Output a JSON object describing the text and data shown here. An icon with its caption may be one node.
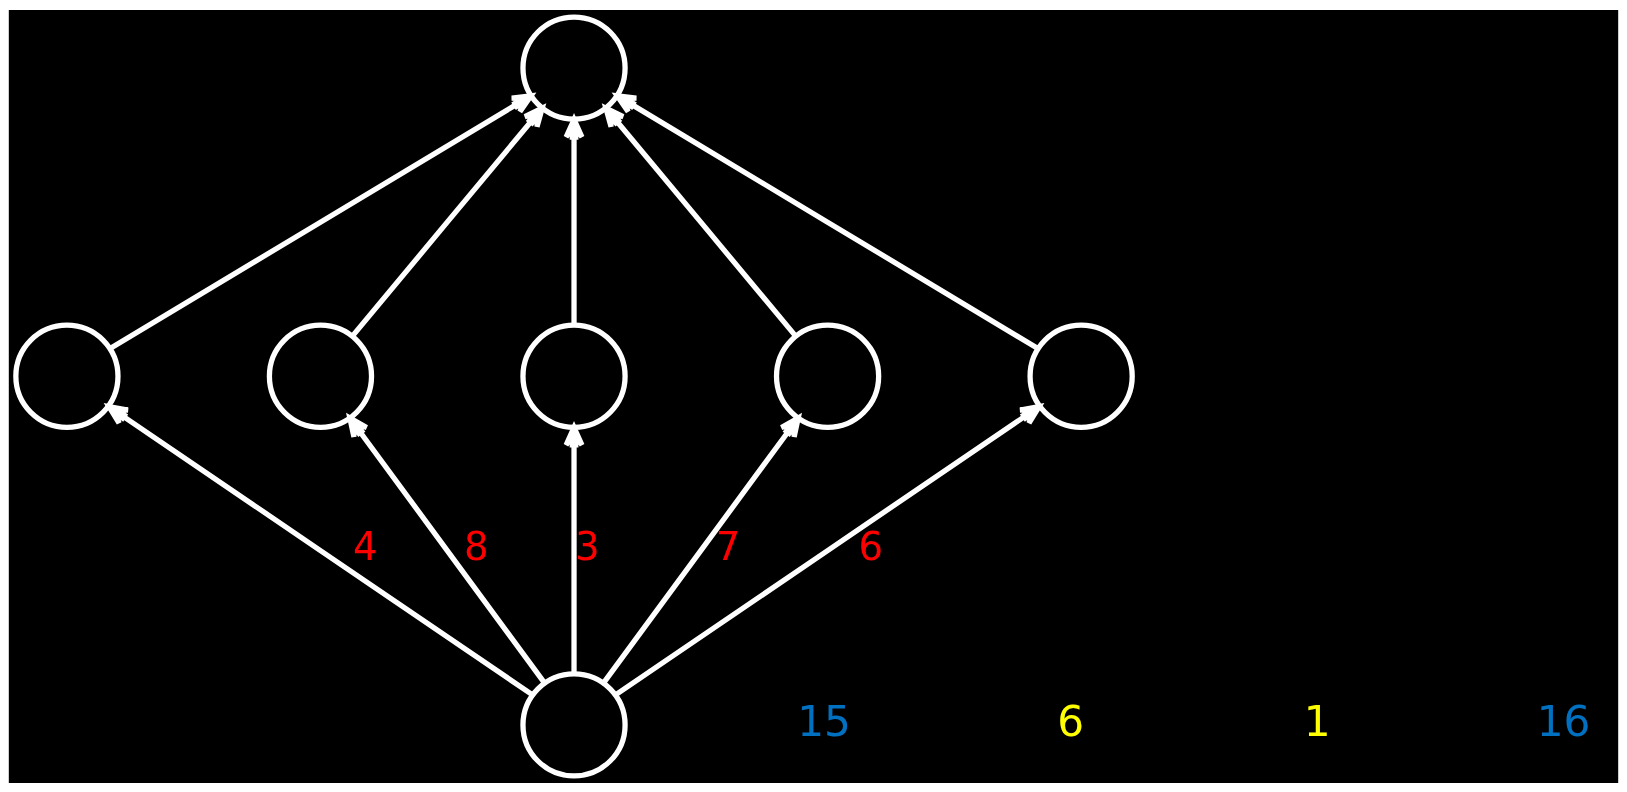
{
  "diagram": {
    "nodes": [
      {
        "text": [],
        "shape": "circle"
      },
      {
        "text": [],
        "shape": "circle"
      },
      {
        "text": [],
        "shape": "circle"
      },
      {
        "text": [],
        "shape": "circle"
      },
      {
        "text": [],
        "shape": "circle"
      },
      {
        "text": [],
        "shape": "circle"
      },
      {
        "text": [],
        "shape": "circle"
      }
    ],
    "edges": [
      {
        "from": 1,
        "to": 0,
        "arrow": "to"
      },
      {
        "from": 2,
        "to": 0,
        "arrow": "to"
      },
      {
        "from": 3,
        "to": 0,
        "arrow": "to"
      },
      {
        "from": 4,
        "to": 0,
        "arrow": "to"
      },
      {
        "from": 5,
        "to": 0,
        "arrow": "to"
      },
      {
        "from": 6,
        "to": 1,
        "arrow": "to",
        "label": "4"
      },
      {
        "from": 6,
        "to": 2,
        "arrow": "to",
        "label": "8"
      },
      {
        "from": 6,
        "to": 3,
        "arrow": "to",
        "label": "3"
      },
      {
        "from": 6,
        "to": 4,
        "arrow": "to",
        "label": "7"
      },
      {
        "from": 6,
        "to": 5,
        "arrow": "to",
        "label": "6"
      }
    ],
    "labels": [
      "15",
      "6",
      "1",
      "16"
    ]
  }
}
